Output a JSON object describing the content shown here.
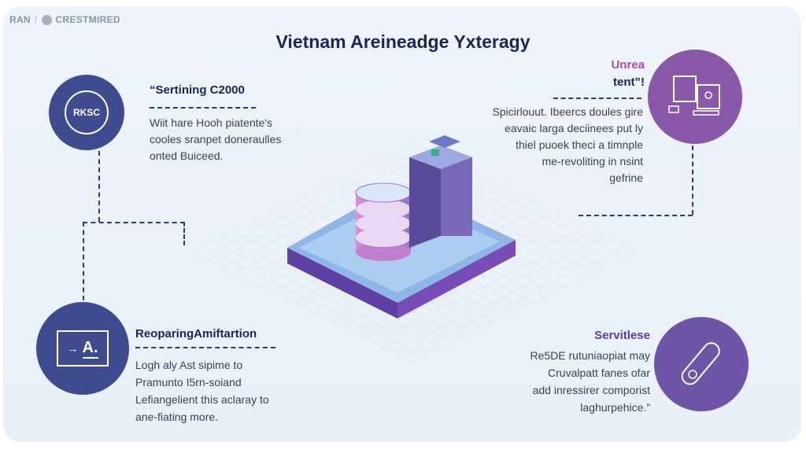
{
  "brand": {
    "left": "RAN",
    "name": "CRESTMIRED"
  },
  "title": "Vietnam Areineadge Yxteragy",
  "sections": [
    {
      "icon_text": "RKSC",
      "heading": "“Sertining C2000",
      "body": [
        "Wiit hare Hooh piatente's",
        "cooles sranpet doneraulles",
        "onted Buiceed."
      ]
    },
    {
      "heading_accent": "Unrea",
      "heading": "tent”!",
      "body": [
        "Spicirlouut. Ibeercs doules gire",
        "eavaic larga deciinees put ly",
        "thiel puoek theci a timnple",
        "me-revoliting in nsint",
        "gefrine"
      ]
    },
    {
      "icon_text": "A.",
      "heading": "ReoparingAmiftartion",
      "body": [
        "Logh aly Ast sipime to",
        "Pramunto I5rn-soiand",
        "Lefiangelient this aclaray to",
        "ane-fiating more."
      ]
    },
    {
      "heading": "Servitlese",
      "body": [
        "Re5DE rutuniaopiat may",
        "Cruvalpatt fanes ofar",
        "add inressirer comporist",
        "laghurpehice.”"
      ]
    }
  ],
  "colors": {
    "navy": "#3f4b8f",
    "purple": "#8a58a8",
    "violet": "#6f55a8",
    "title": "#1c2656",
    "accent": "#b04c9c"
  }
}
